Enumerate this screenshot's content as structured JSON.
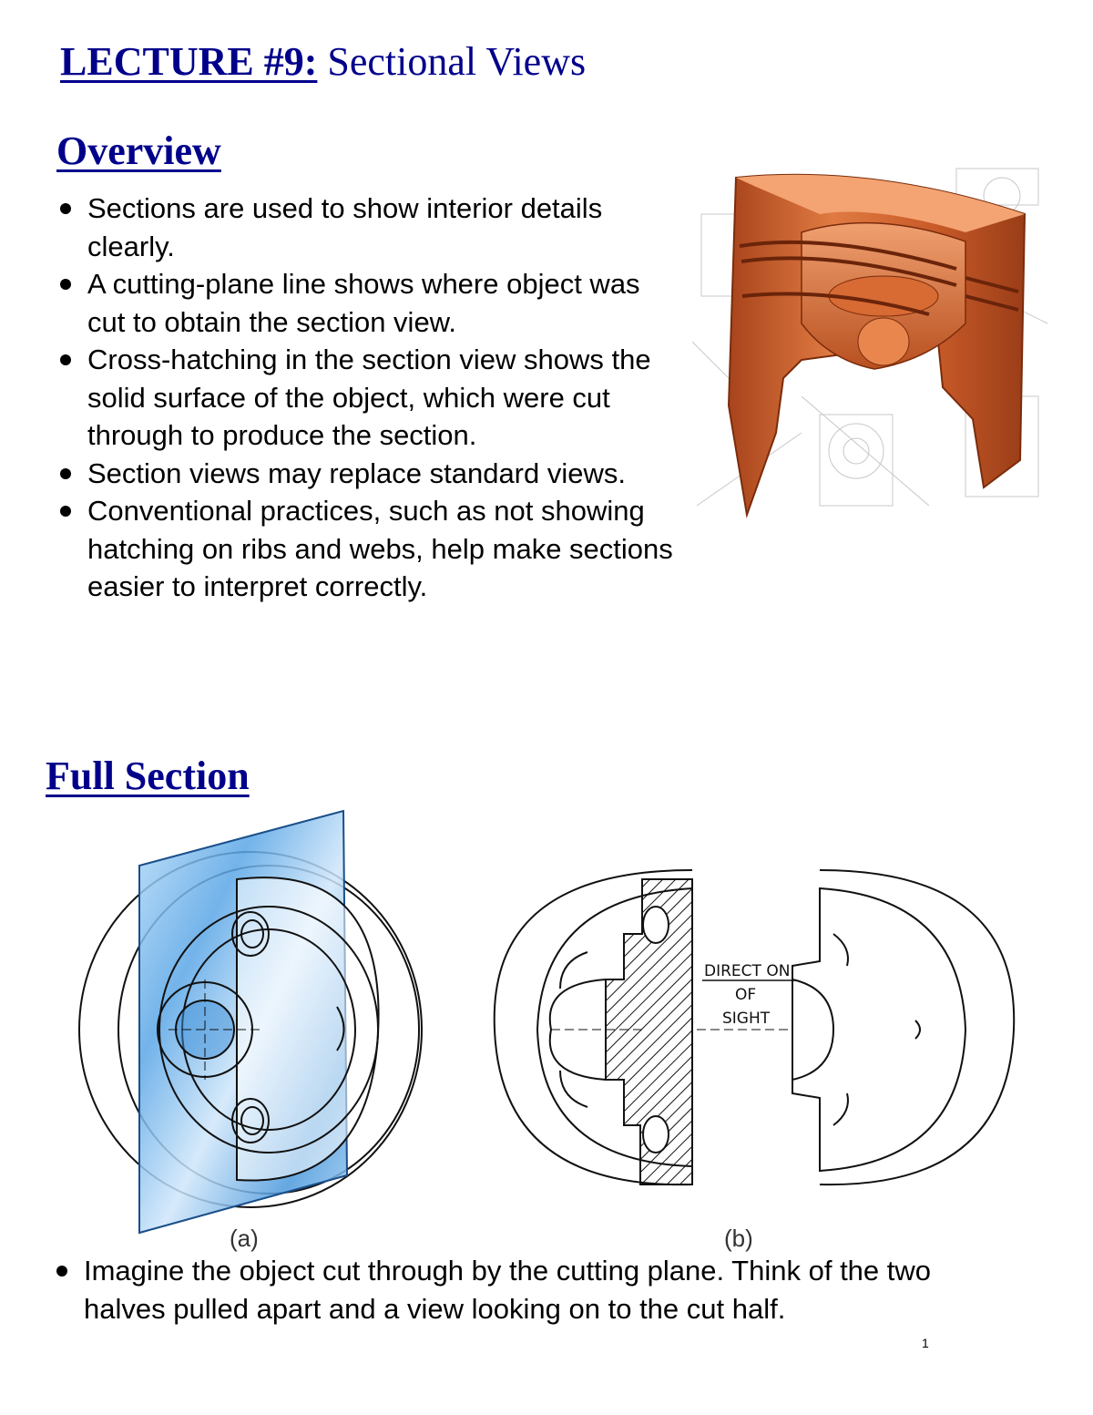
{
  "title": {
    "prefix": "LECTURE #9:",
    "suffix": " Sectional Views"
  },
  "overview": {
    "heading": "Overview",
    "bullets": [
      "Sections are used to show interior details clearly.",
      "A cutting-plane line shows where object was cut to obtain the section view.",
      "Cross-hatching in the section view shows the solid surface of the object, which were cut through to produce the section.",
      "Section views may replace standard views.",
      "Conventional practices, such as not showing hatching on ribs and webs, help make sections easier to interpret correctly."
    ]
  },
  "full_section": {
    "heading": "Full Section",
    "figure": {
      "caption_a": "(a)",
      "caption_b": "(b)",
      "label_line1": "DIRECT ON",
      "label_line2": "OF",
      "label_line3": "SIGHT"
    },
    "bullets": [
      "Imagine the object cut through by the cutting plane. Think of the two halves pulled apart and a view looking on to the cut half."
    ]
  },
  "page_number": "1",
  "colors": {
    "heading": "#00008b",
    "piston": "#d2693a",
    "plane": "#4a9be0"
  }
}
